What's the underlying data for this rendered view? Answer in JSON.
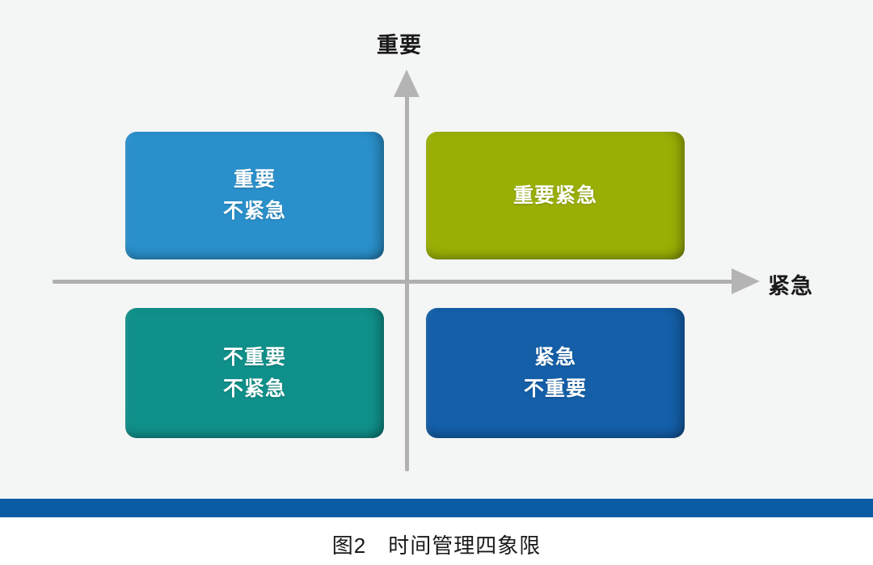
{
  "figure": {
    "caption": "图2　时间管理四象限",
    "background_color": "#f4f5f5",
    "band_color": "#0a5ca4"
  },
  "axes": {
    "vertical": {
      "label": "重要",
      "arrow_direction": "up",
      "color": "#b0b0b0"
    },
    "horizontal": {
      "label": "紧急",
      "arrow_direction": "right",
      "color": "#b0b0b0"
    }
  },
  "chart_data": {
    "type": "table",
    "title": "图2　时间管理四象限",
    "xlabel": "紧急",
    "ylabel": "重要",
    "quadrants": [
      {
        "position": "top-left",
        "lines": [
          "重要",
          "不紧急"
        ],
        "color": "#2a90cb"
      },
      {
        "position": "top-right",
        "lines": [
          "重要紧急"
        ],
        "color": "#9aaf06"
      },
      {
        "position": "bottom-left",
        "lines": [
          "不重要",
          "不紧急"
        ],
        "color": "#10908a"
      },
      {
        "position": "bottom-right",
        "lines": [
          "紧急",
          "不重要"
        ],
        "color": "#145fa8"
      }
    ]
  }
}
